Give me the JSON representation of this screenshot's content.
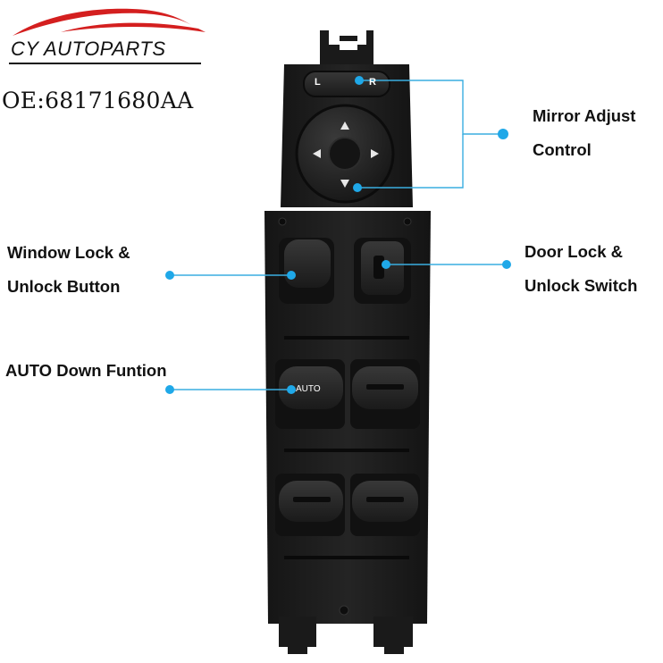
{
  "brand": {
    "name": "CY AUTOPARTS",
    "accent_color": "#d41f1f"
  },
  "part_number": "OE:68171680AA",
  "callouts": {
    "mirror_adjust": {
      "line1": "Mirror Adjust",
      "line2": "Control"
    },
    "window_lock": {
      "line1": "Window Lock &",
      "line2": "Unlock Button"
    },
    "door_lock": {
      "line1": "Door Lock &",
      "line2": "Unlock Switch"
    },
    "auto_down": {
      "line1": "AUTO Down Funtion"
    }
  },
  "switch_labels": {
    "mirror_left": "L",
    "mirror_right": "R",
    "auto": "AUTO"
  },
  "colors": {
    "leader_line": "#3aaee0",
    "dot": "#1fa8e8",
    "body": "#1c1c1c"
  },
  "icons": [
    "car-silhouette-icon",
    "arrow-up-icon",
    "arrow-down-icon",
    "arrow-left-icon",
    "arrow-right-icon"
  ]
}
